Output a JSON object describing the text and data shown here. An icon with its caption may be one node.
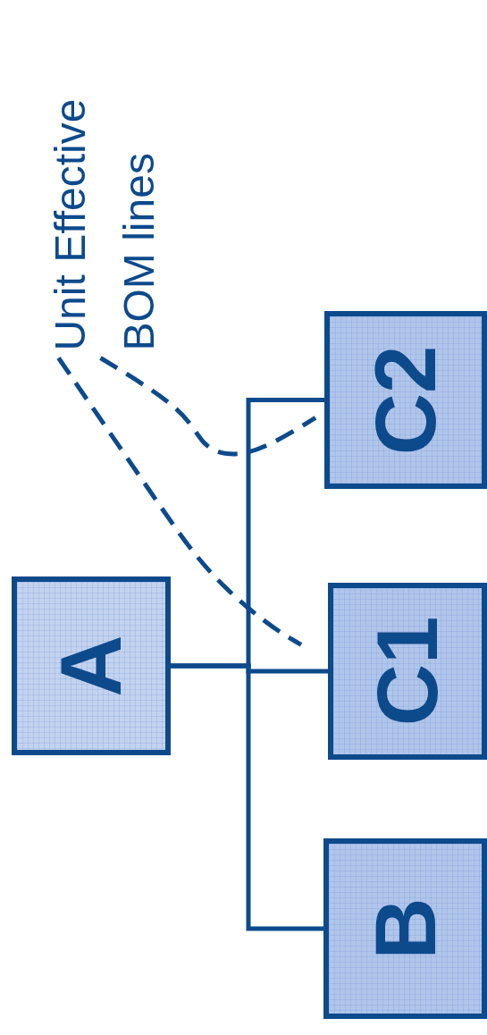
{
  "diagram": {
    "nodes": [
      {
        "text": [
          "Unit Effective BOM lines"
        ]
      },
      {
        "text": [
          "C2"
        ]
      },
      {
        "text": [
          "A"
        ]
      },
      {
        "text": [
          "C1"
        ]
      },
      {
        "text": [
          "B"
        ]
      }
    ],
    "edges": [
      {
        "from": 2,
        "to": 1,
        "arrow": "none"
      },
      {
        "from": 2,
        "to": 3,
        "arrow": "none"
      },
      {
        "from": 2,
        "to": 4,
        "arrow": "none"
      },
      {
        "from": 0,
        "to": 3,
        "arrow": "none",
        "style": "dashed"
      },
      {
        "from": 0,
        "to": 1,
        "arrow": "none",
        "style": "dashed"
      }
    ]
  }
}
